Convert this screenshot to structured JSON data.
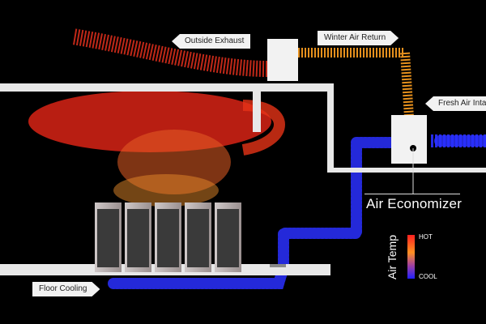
{
  "labels": {
    "outside_exhaust": "Outside Exhaust",
    "winter_air_return": "Winter Air Return",
    "fresh_air_intake": "Fresh Air Intake",
    "floor_cooling": "Floor Cooling",
    "air_economizer": "Air Economizer"
  },
  "legend": {
    "title": "Air Temp",
    "hot": "HOT",
    "cool": "COOL"
  },
  "colors": {
    "hot": "#ff2a1a",
    "warm": "#ff9a22",
    "cool": "#2a2aff",
    "background": "#000000",
    "duct": "#e8e8e8"
  },
  "server_rack_count": 5
}
